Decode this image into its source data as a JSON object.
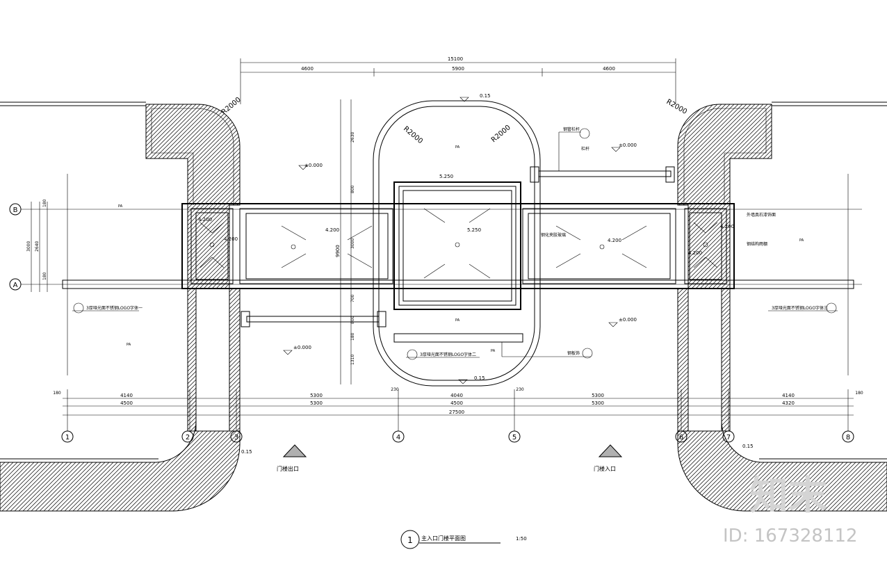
{
  "dimensions": {
    "overall_top": "15100",
    "top_left": "4600",
    "top_mid": "5900",
    "top_right": "4600",
    "bottom_overall": "27500",
    "row1": [
      "4140",
      "5300",
      "4040",
      "5300",
      "4140"
    ],
    "row2": [
      "4500",
      "5300",
      "4500",
      "5300",
      "4320"
    ],
    "small_180": "180",
    "small_230": "230",
    "left_stack": [
      "3000",
      "2640",
      "180",
      "180"
    ],
    "center_vertical": [
      "2630",
      "800",
      "3000",
      "700",
      "800",
      "180",
      "1310"
    ],
    "center_total": "9900"
  },
  "radii": [
    "R2000",
    "R2000",
    "R2000",
    "R2000"
  ],
  "levels": {
    "plaza": "±0.000",
    "roof_small": "4.200",
    "roof_mid": "4.200",
    "roof_center": "5.250",
    "center_top": "5.250",
    "slope_top": "0.15",
    "slope_bottom": "0.15",
    "slope_corner": "0.15"
  },
  "axes": {
    "rows": [
      "A",
      "B"
    ],
    "cols": [
      "1",
      "2",
      "3",
      "4",
      "5",
      "6",
      "7",
      "8"
    ]
  },
  "annotations": {
    "logo_wall_left": "3厚哑光面不锈钢LOGO字体一",
    "logo_wall_right": "3厚哑光面不锈钢LOGO字体三",
    "logo_wall_center": "3厚哑光面不锈钢LOGO字体二",
    "callout_top": "钢管栏杆",
    "callout_railing": "栏杆",
    "callout_glass": "钢化夹胶玻璃",
    "callout_frame": "外墙真石漆饰面",
    "callout_steel": "钢结构雨棚",
    "callout_bottom": "钢板饰",
    "pa": "PA"
  },
  "gates": {
    "exit_label": "门楼出口",
    "entry_label": "门楼入口"
  },
  "title_block": {
    "number": "1",
    "title": "主入口门楼平面图",
    "scale": "1:50"
  },
  "watermark": {
    "brand": "知末",
    "id_text": "ID: 167328112"
  }
}
